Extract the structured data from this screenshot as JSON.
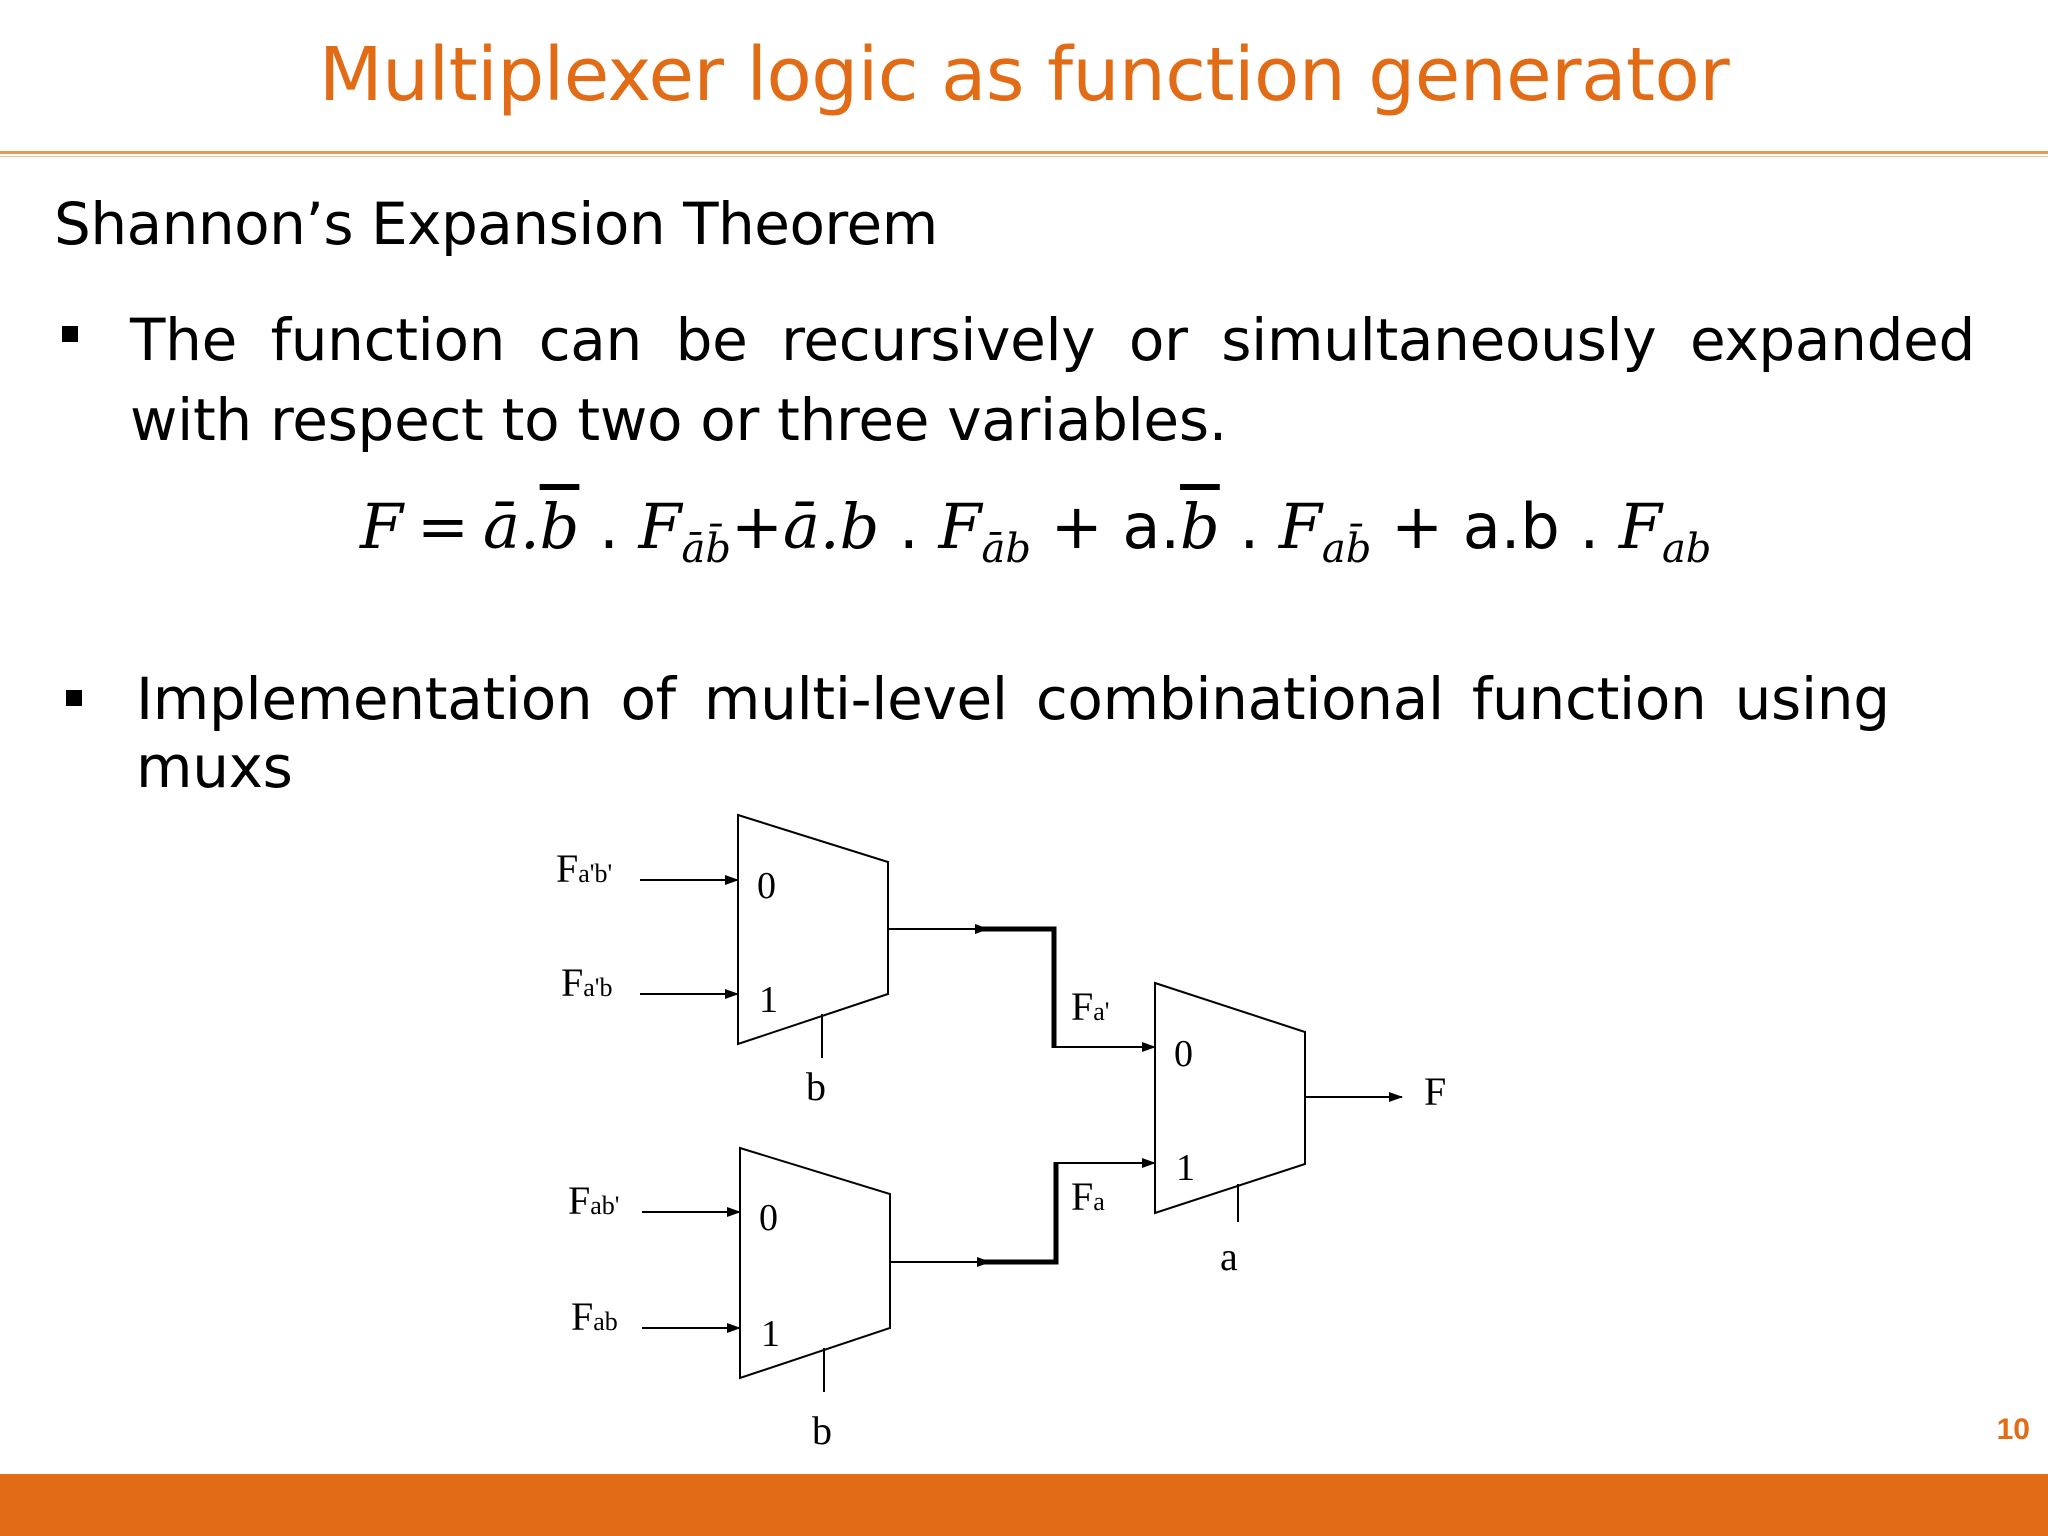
{
  "slide": {
    "title": "Multiplexer logic as function generator",
    "subtitle": "Shannon’s Expansion Theorem",
    "bullets": [
      "The function can be recursively or simultaneously expanded with respect to two or three variables.",
      "Implementation  of  multi-level  combinational function using muxs"
    ],
    "page_number": "10"
  },
  "equation": {
    "lhs": "F",
    "eq": "=",
    "t1_lit": "a̅.b̅",
    "t1_sub": "a̅b̅",
    "t2_lit": "a̅.b",
    "t2_sub": "a̅b",
    "t3_lit": "a.b̅",
    "t3_sub": "ab̅",
    "t4_lit": "a.b",
    "t4_sub": "ab",
    "f": "F",
    "dot": ".",
    "plus": "+"
  },
  "diagram": {
    "mux_top": {
      "in0": "Fa'b'",
      "in1": "Fa'b",
      "sel0": "0",
      "sel1": "1",
      "select": "b",
      "out": "Fa'"
    },
    "mux_bottom": {
      "in0": "Fab'",
      "in1": "Fab",
      "sel0": "0",
      "sel1": "1",
      "select": "b",
      "out": "Fa"
    },
    "mux_final": {
      "sel0": "0",
      "sel1": "1",
      "select": "a",
      "out": "F"
    }
  },
  "colors": {
    "accent": "#E26B16"
  }
}
